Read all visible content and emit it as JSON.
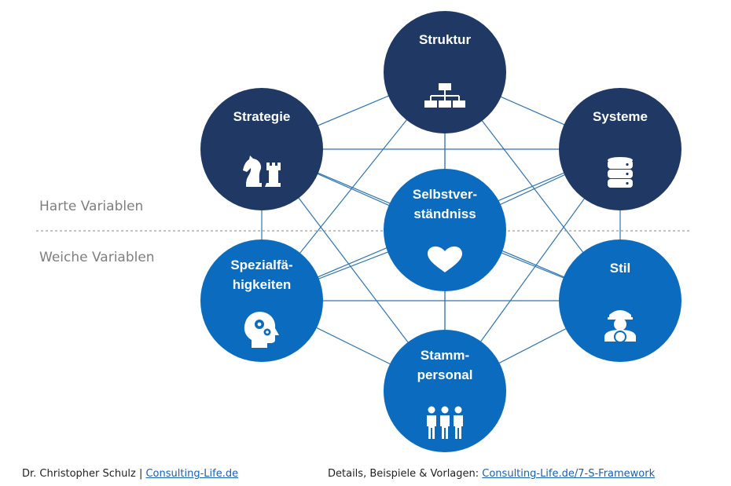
{
  "diagram": {
    "divider_labels": {
      "hard": "Harte Variablen",
      "soft": "Weiche Variablen"
    },
    "colors": {
      "hard": "#1f3864",
      "soft": "#0b6cbf",
      "line": "#2e75b6",
      "divider": "#8a8a8a"
    },
    "nodes": [
      {
        "id": "struktur",
        "lines": [
          "Struktur"
        ],
        "group": "hard",
        "icon": "org-chart-icon"
      },
      {
        "id": "strategie",
        "lines": [
          "Strategie"
        ],
        "group": "hard",
        "icon": "chess-icon"
      },
      {
        "id": "systeme",
        "lines": [
          "Systeme"
        ],
        "group": "hard",
        "icon": "database-icon"
      },
      {
        "id": "selbstverstaendnis",
        "lines": [
          "Selbstver-",
          "ständniss"
        ],
        "group": "soft",
        "icon": "heart-icon"
      },
      {
        "id": "spezialfaehigkeiten",
        "lines": [
          "Spezialfä-",
          "higkeiten"
        ],
        "group": "soft",
        "icon": "head-gears-icon"
      },
      {
        "id": "stil",
        "lines": [
          "Stil"
        ],
        "group": "soft",
        "icon": "captain-icon"
      },
      {
        "id": "stammpersonal",
        "lines": [
          "Stamm-",
          "personal"
        ],
        "group": "soft",
        "icon": "people-icon"
      }
    ]
  },
  "footer": {
    "author": "Dr. Christopher Schulz",
    "separator": "|",
    "author_link": "Consulting-Life.de",
    "details_label": "Details, Beispiele & Vorlagen:",
    "details_link": "Consulting-Life.de/7-S-Framework"
  }
}
